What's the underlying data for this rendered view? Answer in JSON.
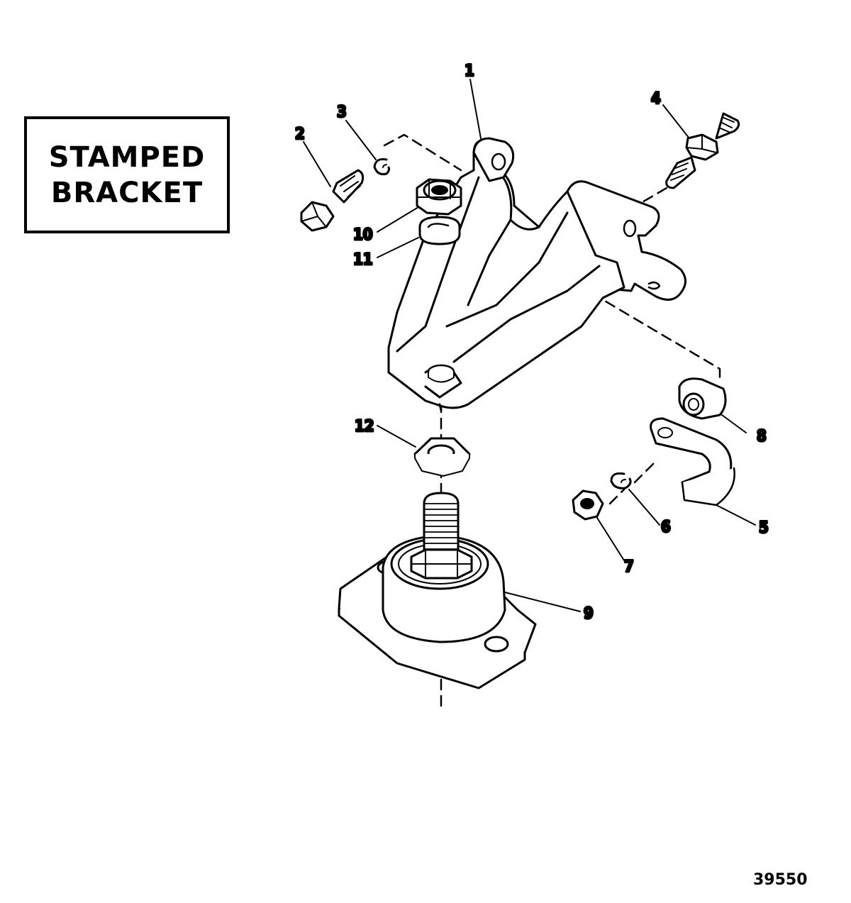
{
  "title": {
    "line1": "STAMPED",
    "line2": "BRACKET"
  },
  "drawing_number": "39550",
  "callouts": [
    {
      "id": "1",
      "label": "1",
      "part": "stamped-bracket"
    },
    {
      "id": "2",
      "label": "2",
      "part": "hex-bolt"
    },
    {
      "id": "3",
      "label": "3",
      "part": "lock-washer"
    },
    {
      "id": "4",
      "label": "4",
      "part": "stud"
    },
    {
      "id": "5",
      "label": "5",
      "part": "j-clip"
    },
    {
      "id": "6",
      "label": "6",
      "part": "lock-washer-small"
    },
    {
      "id": "7",
      "label": "7",
      "part": "hex-nut-small"
    },
    {
      "id": "8",
      "label": "8",
      "part": "spacer"
    },
    {
      "id": "9",
      "label": "9",
      "part": "engine-mount"
    },
    {
      "id": "10",
      "label": "10",
      "part": "hex-nut"
    },
    {
      "id": "11",
      "label": "11",
      "part": "lock-washer-mount"
    },
    {
      "id": "12",
      "label": "12",
      "part": "tab-washer"
    }
  ]
}
